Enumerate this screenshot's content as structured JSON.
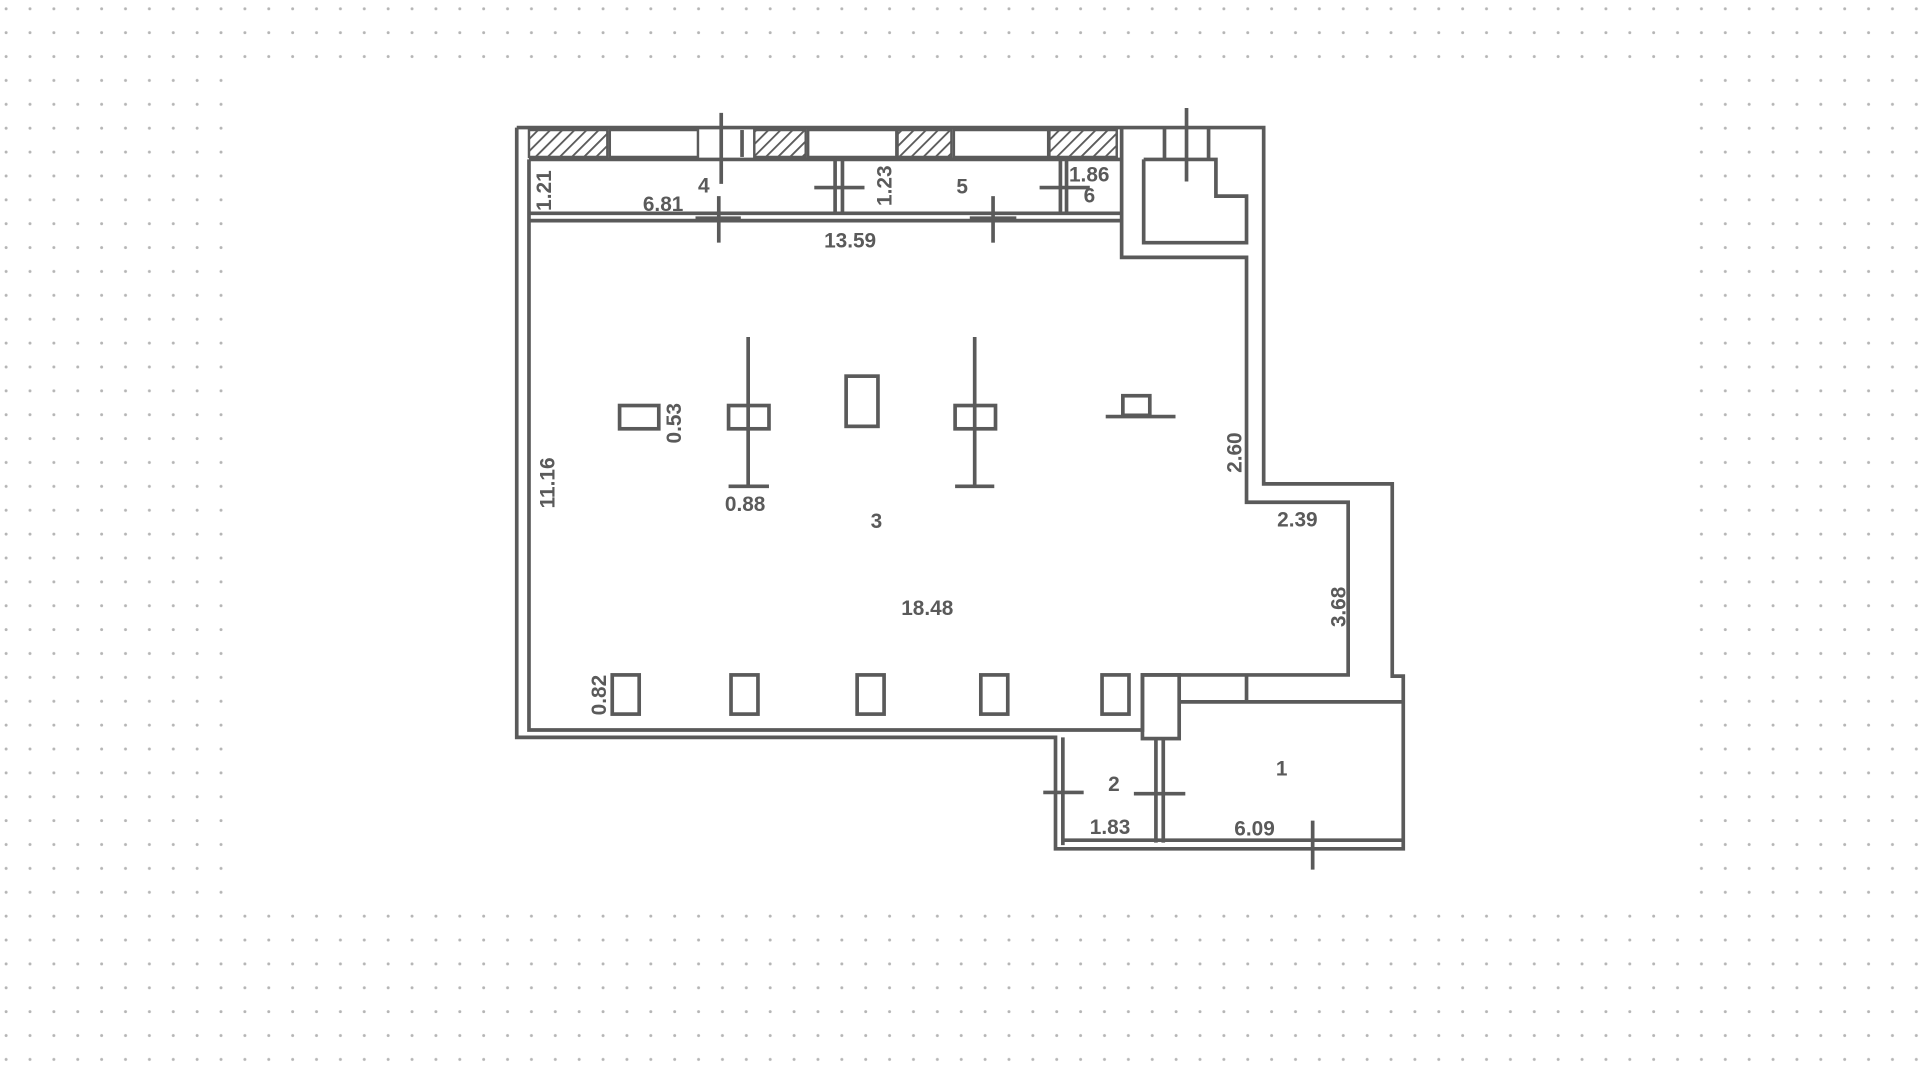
{
  "plan": {
    "rooms": {
      "r1": "1",
      "r2": "2",
      "r3": "3",
      "r4": "4",
      "r5": "5",
      "r6": "6"
    },
    "dimensions": {
      "d_1_21": "1.21",
      "d_6_81": "6.81",
      "d_1_23": "1.23",
      "d_1_86": "1.86",
      "d_13_59": "13.59",
      "d_0_53": "0.53",
      "d_0_88": "0.88",
      "d_11_16": "11.16",
      "d_2_60": "2.60",
      "d_2_39": "2.39",
      "d_3_68": "3.68",
      "d_18_48": "18.48",
      "d_0_82": "0.82",
      "d_1_83": "1.83",
      "d_6_09": "6.09"
    },
    "colors": {
      "line": "#5a5a5a",
      "dots": "#b5b5b5"
    }
  }
}
